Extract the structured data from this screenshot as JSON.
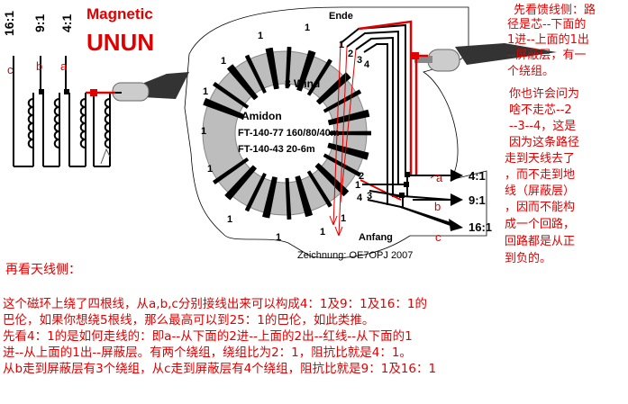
{
  "title": {
    "line1": "Magnetic",
    "line2": "UNUN"
  },
  "left_ratios": [
    "16:1",
    "9:1",
    "4:1"
  ],
  "left_taps": [
    "c",
    "b",
    "a"
  ],
  "toroid": {
    "top_label": "Ende",
    "bottom_label": "Anfang",
    "turns_label": "8 Wind",
    "core_brand": "Amidon",
    "core1": "FT-140-77 160/80/40m",
    "core2": "FT-140-43 20-6m",
    "credit": "Zeichnung: OE7OPJ 2007",
    "top_nums": [
      "1",
      "2",
      "3",
      "4"
    ],
    "bottom_nums": [
      "2",
      "1",
      "3",
      "4"
    ],
    "ring_ones": "1"
  },
  "outputs": [
    {
      "tap": "a",
      "ratio": "4:1"
    },
    {
      "tap": "b",
      "ratio": "9:1"
    },
    {
      "tap": "c",
      "ratio": "16:1"
    }
  ],
  "right_text": {
    "block1": [
      "先看馈线侧：路",
      "径是芯--下面的",
      "1进--上面的1出",
      "--屏蔽层，有一",
      "个绕组。"
    ],
    "block2": [
      "你也许会问为",
      "啥不走芯--2",
      "--3--4，这是",
      "因为这条路径",
      "走到天线去了",
      "，而不走到地",
      "线（屏蔽层）",
      "，因而不能构",
      "成一个回路，",
      "回路都是从正",
      "到负的。"
    ]
  },
  "bottom_text": {
    "heading": "再看天线侧：",
    "lines": [
      "这个磁环上绕了四根线，从a,b,c分别接线出来可以构成4：1及9：1及16：1的",
      "巴伦，如果你想绕5根线，那么最高可以到25：1的巴伦，如此类推。",
      "先看4：1的是如何走线的：即a--从下面的2进--上面的2出--红线--从下面的1",
      "进--从上面的1出--屏蔽层。有两个绕组，绕组比为2：1，阻抗比就是4：1。",
      "从b走到屏蔽层有3个绕组，从c走到屏蔽层有4个绕组，阻抗比就是9：1及16：1"
    ]
  }
}
